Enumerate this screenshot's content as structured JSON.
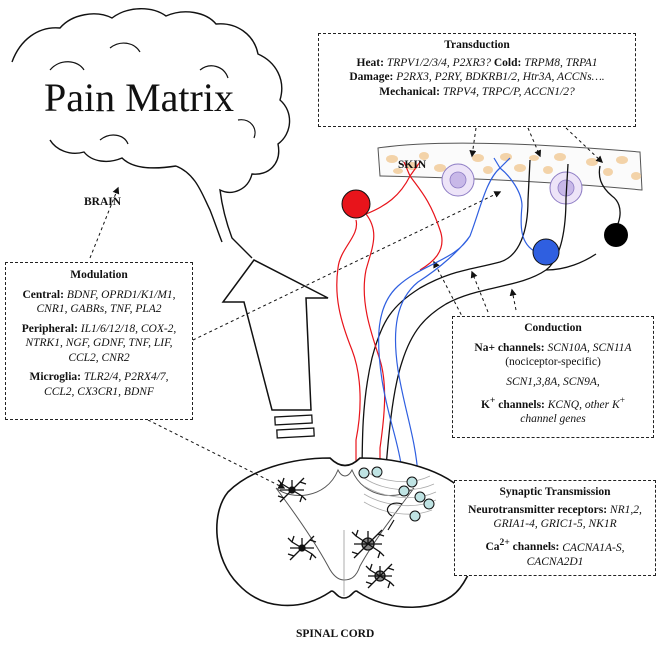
{
  "big_title": "Pain Matrix",
  "labels": {
    "brain": "BRAIN",
    "skin": "SKIN",
    "spinal_cord": "SPINAL CORD"
  },
  "transduction": {
    "title": "Transduction",
    "heat_label": "Heat:",
    "heat_genes": "TRPV1/2/3/4, P2XR3?",
    "cold_label": " Cold:",
    "cold_genes": "TRPM8, TRPA1",
    "damage_label": "Damage:",
    "damage_genes": "P2RX3, P2RY, BDKRB1/2, Htr3A, ACCNs….",
    "mech_label": "Mechanical:",
    "mech_genes": "TRPV4, TRPC/P, ACCN1/2?"
  },
  "modulation": {
    "title": "Modulation",
    "central_label": "Central:",
    "central_genes_1": "BDNF, OPRD1/K1/M1,",
    "central_genes_2": "CNR1, GABRs,  TNF, PLA2",
    "peripheral_label": "Peripheral:",
    "peripheral_genes_1": "IL1/6/12/18, COX-2,",
    "peripheral_genes_2": "NTRK1, NGF, GDNF, TNF, LIF,",
    "peripheral_genes_3": "CCL2, CNR2",
    "microglia_label": "Microglia:",
    "microglia_genes_1": "TLR2/4, P2RX4/7,",
    "microglia_genes_2": "CCL2, CX3CR1, BDNF"
  },
  "conduction": {
    "title": "Conduction",
    "na_label": "Na+ channels:",
    "na_genes": "SCN10A, SCN11A",
    "na_note": "(nociceptor-specific)",
    "na_more": "SCN1,3,8A, SCN9A,",
    "k_label": "K",
    "k_sup": "+",
    "k_label_2": " channels:",
    "k_genes_1": "KCNQ, other K",
    "k_genes_sup": "+",
    "k_genes_2": "channel genes"
  },
  "synaptic": {
    "title": "Synaptic Transmission",
    "nt_label": "Neurotransmitter receptors:",
    "nt_genes_1": "NR1,2,",
    "nt_genes_2": "GRIA1-4, GRIC1-5, NK1R",
    "ca_label": "Ca",
    "ca_sup": "2+",
    "ca_label_2": " channels:",
    "ca_genes_1": "CACNA1A-S,",
    "ca_genes_2": "CACNA2D1"
  },
  "colors": {
    "red_fiber": "#e8141b",
    "blue_fiber": "#2f5fe0",
    "black_fiber": "#000000",
    "skin_dots": "#f3d3a9",
    "cell": "#bfe3e3",
    "cell_nucleus": "#c8b8e8"
  }
}
